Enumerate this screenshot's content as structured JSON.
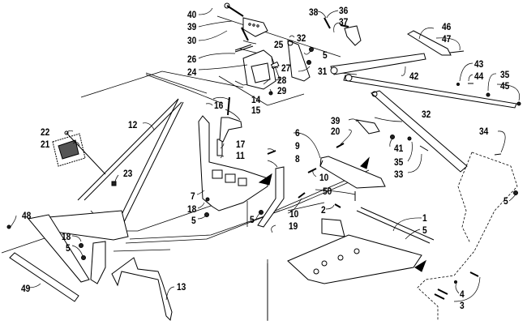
{
  "diagram": {
    "title": "Steering / Front Frame Assembly exploded parts view",
    "colors": {
      "line": "#000000",
      "background": "#ffffff",
      "fill_light": "#ffffff",
      "fill_dark": "#222222"
    },
    "callouts": [
      {
        "id": "c40",
        "text": "40"
      },
      {
        "id": "c39a",
        "text": "39"
      },
      {
        "id": "c30",
        "text": "30"
      },
      {
        "id": "c25",
        "text": "25"
      },
      {
        "id": "c32a",
        "text": "32"
      },
      {
        "id": "c5a",
        "text": "5"
      },
      {
        "id": "c26",
        "text": "26"
      },
      {
        "id": "c27",
        "text": "27"
      },
      {
        "id": "c24",
        "text": "24"
      },
      {
        "id": "c28",
        "text": "28"
      },
      {
        "id": "c31",
        "text": "31"
      },
      {
        "id": "c29",
        "text": "29"
      },
      {
        "id": "c38",
        "text": "38"
      },
      {
        "id": "c36",
        "text": "36"
      },
      {
        "id": "c37",
        "text": "37"
      },
      {
        "id": "c46",
        "text": "46"
      },
      {
        "id": "c47",
        "text": "47"
      },
      {
        "id": "c43",
        "text": "43"
      },
      {
        "id": "c44",
        "text": "44"
      },
      {
        "id": "c35a",
        "text": "35"
      },
      {
        "id": "c45",
        "text": "45"
      },
      {
        "id": "c42",
        "text": "42"
      },
      {
        "id": "c14",
        "text": "14"
      },
      {
        "id": "c16",
        "text": "16"
      },
      {
        "id": "c15",
        "text": "15"
      },
      {
        "id": "c12",
        "text": "12"
      },
      {
        "id": "c22",
        "text": "22"
      },
      {
        "id": "c21",
        "text": "21"
      },
      {
        "id": "c23",
        "text": "23"
      },
      {
        "id": "c17",
        "text": "17"
      },
      {
        "id": "c11",
        "text": "11"
      },
      {
        "id": "c6",
        "text": "6"
      },
      {
        "id": "c9",
        "text": "9"
      },
      {
        "id": "c8",
        "text": "8"
      },
      {
        "id": "c39b",
        "text": "39"
      },
      {
        "id": "c20",
        "text": "20"
      },
      {
        "id": "c41",
        "text": "41"
      },
      {
        "id": "c32b",
        "text": "32"
      },
      {
        "id": "c35b",
        "text": "35"
      },
      {
        "id": "c33",
        "text": "33"
      },
      {
        "id": "c34",
        "text": "34"
      },
      {
        "id": "c10a",
        "text": "10"
      },
      {
        "id": "c50",
        "text": "50"
      },
      {
        "id": "c7",
        "text": "7"
      },
      {
        "id": "c18a",
        "text": "18"
      },
      {
        "id": "c5b",
        "text": "5"
      },
      {
        "id": "c10b",
        "text": "10"
      },
      {
        "id": "c5c",
        "text": "5"
      },
      {
        "id": "c19",
        "text": "19"
      },
      {
        "id": "c2",
        "text": "2"
      },
      {
        "id": "c1",
        "text": "1"
      },
      {
        "id": "c5d",
        "text": "5"
      },
      {
        "id": "c5e",
        "text": "5"
      },
      {
        "id": "c48",
        "text": "48"
      },
      {
        "id": "c18b",
        "text": "18"
      },
      {
        "id": "c5f",
        "text": "5"
      },
      {
        "id": "c49",
        "text": "49"
      },
      {
        "id": "c13",
        "text": "13"
      },
      {
        "id": "c4",
        "text": "4"
      },
      {
        "id": "c3",
        "text": "3"
      }
    ]
  }
}
